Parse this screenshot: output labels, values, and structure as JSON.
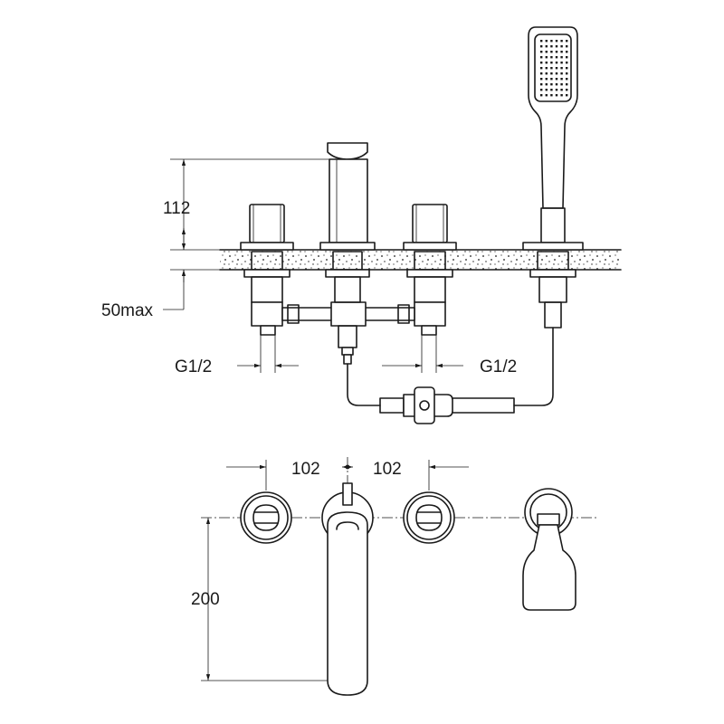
{
  "labels": {
    "height_above_deck": "112",
    "max_deck_thickness": "50max",
    "left_inlet_thread": "G1/2",
    "right_inlet_thread": "G1/2",
    "spacing_left": "102",
    "spacing_right": "102",
    "spout_projection": "200"
  }
}
